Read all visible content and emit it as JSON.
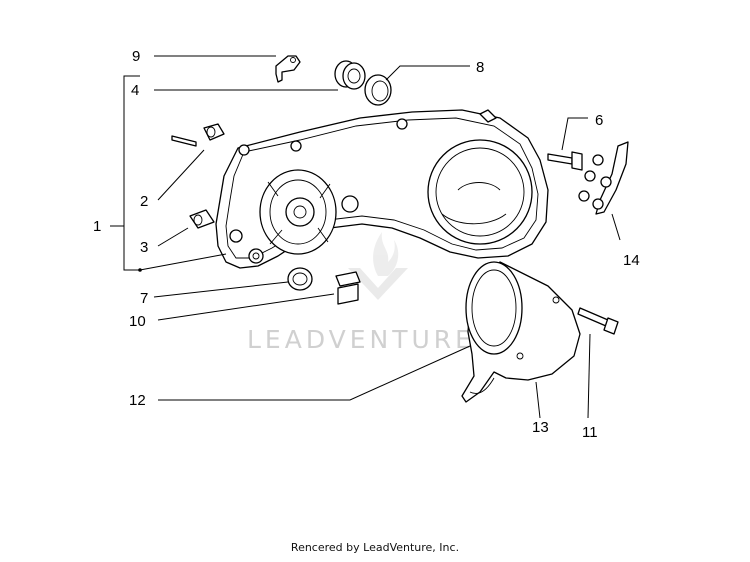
{
  "callouts": {
    "c1": "1",
    "c2": "2",
    "c3": "3",
    "c4": "4",
    "c6": "6",
    "c7": "7",
    "c8": "8",
    "c9": "9",
    "c10": "10",
    "c11": "11",
    "c12": "12",
    "c13": "13",
    "c14": "14"
  },
  "watermark": {
    "text": "LEADVENTURE",
    "logo_icon": "leadventure-flame-v-logo",
    "color": "#d0d0d0"
  },
  "footer": {
    "credit": "Rencered by LeadVenture, Inc."
  }
}
